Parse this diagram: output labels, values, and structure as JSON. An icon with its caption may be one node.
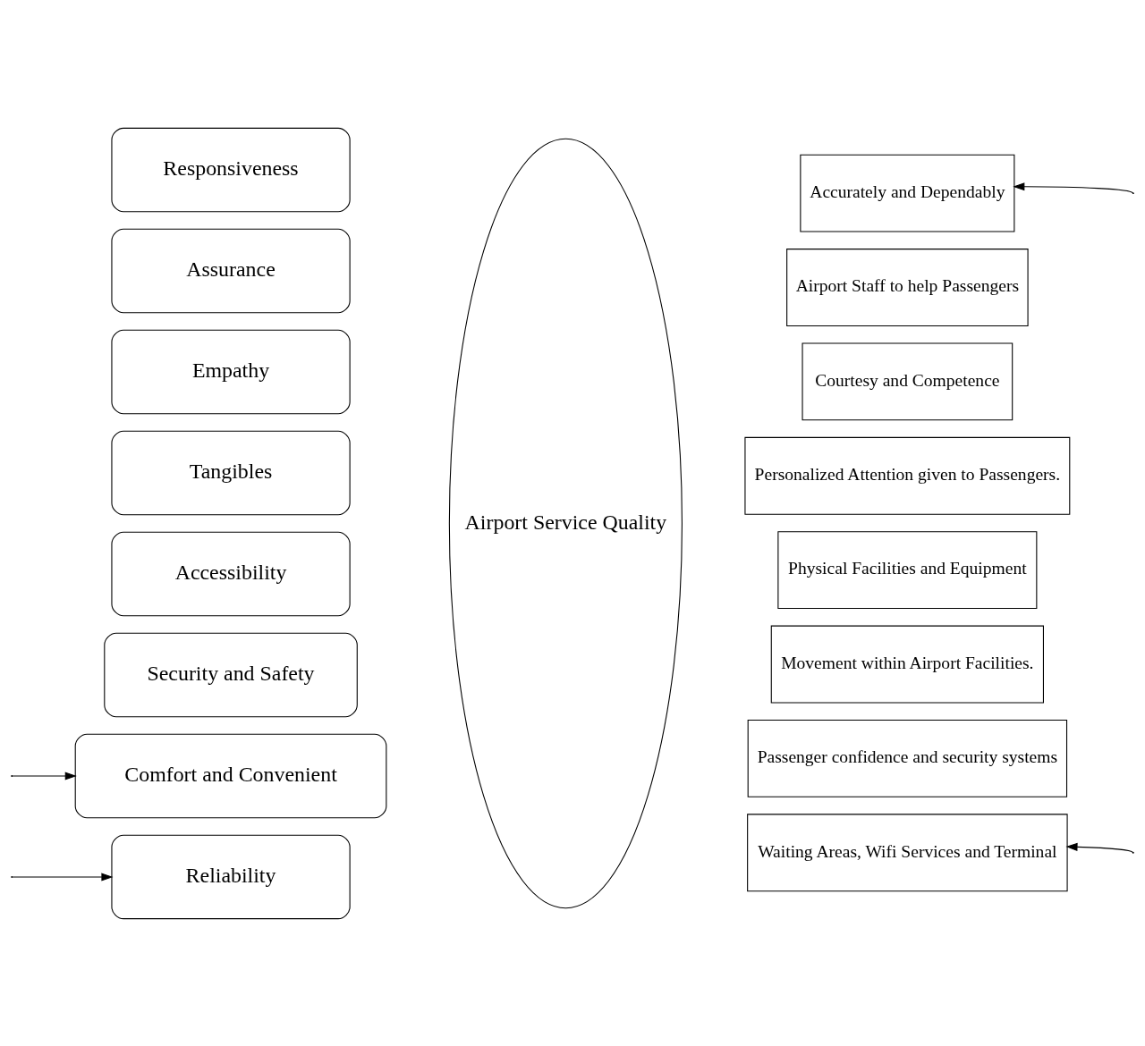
{
  "diagram": {
    "nodes": [
      {
        "text": [
          "Reliability"
        ]
      },
      {
        "text": [
          "Responsiveness"
        ]
      },
      {
        "text": [
          "Assurance"
        ]
      },
      {
        "text": [
          "Empathy"
        ]
      },
      {
        "text": [
          "Tangibles"
        ]
      },
      {
        "text": [
          "Accessibility"
        ]
      },
      {
        "text": [
          "Security and Safety"
        ]
      },
      {
        "text": [
          "Comfort and Convenient"
        ]
      },
      {
        "text": [
          "Airport Service Quality"
        ]
      },
      {
        "text": [
          "Accurately and Dependably"
        ]
      },
      {
        "text": [
          "Airport Staff to help Passengers"
        ]
      },
      {
        "text": [
          "Courtesy and Competence"
        ]
      },
      {
        "text": [
          "Personalized Attention given to Passengers."
        ]
      },
      {
        "text": [
          "Physical Facilities and Equipment"
        ]
      },
      {
        "text": [
          "Movement within Airport Facilities."
        ]
      },
      {
        "text": [
          "Passenger confidence and security systems"
        ]
      },
      {
        "text": [
          "Waiting Areas, Wifi Services and Terminal"
        ]
      }
    ],
    "edges": [
      {
        "from": null,
        "to": 0,
        "arrow": "to"
      },
      {
        "from": null,
        "to": 7,
        "arrow": "to"
      },
      {
        "from": null,
        "to": 9,
        "arrow": "to"
      },
      {
        "from": null,
        "to": 16,
        "arrow": "to"
      }
    ]
  }
}
